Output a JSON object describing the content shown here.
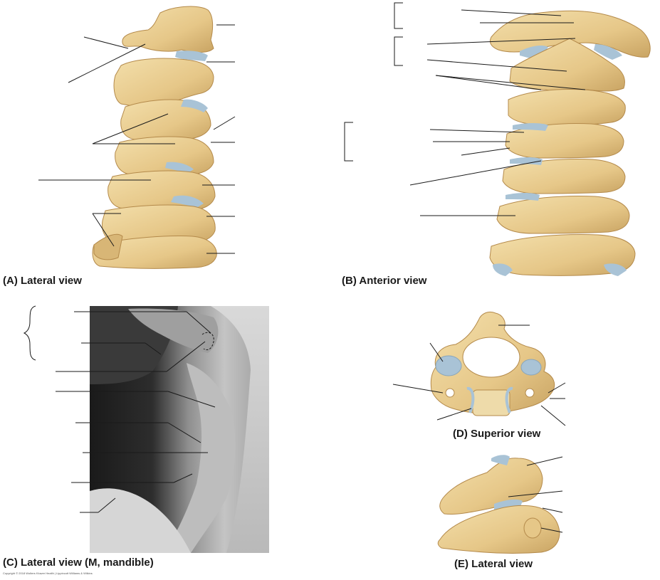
{
  "captions": {
    "a": "(A) Lateral view",
    "b": "(B) Anterior view",
    "c": "(C) Lateral view (M, mandible)",
    "d": "(D) Superior view",
    "e": "(E) Lateral view"
  },
  "copyright": "Copyright © 2018 Wolters Kluwer Health | Lippincott Williams & Wilkins",
  "colors": {
    "bone": "#e9cf93",
    "bone_dark": "#c9a463",
    "bone_shadow": "#b48a4b",
    "cartilage": "#a9c3d6",
    "leader_line": "#1a1a1a",
    "xray_dark": "#1c1c1c",
    "xray_light": "#c9c9c9"
  }
}
